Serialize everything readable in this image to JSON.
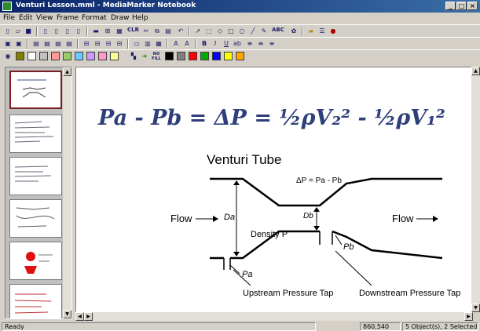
{
  "window": {
    "title": "Venturi Lesson.mml - MediaMarker Notebook"
  },
  "menu": [
    "File",
    "Edit",
    "View",
    "Frame",
    "Format",
    "Draw",
    "Help"
  ],
  "toolbar": {
    "clr_label": "CLR",
    "abc_label": "ABC",
    "no_fill_label": "NO FILL"
  },
  "swatches": {
    "row3": [
      "#808000",
      "#ffffff",
      "#c0c0c0",
      "#ff9999",
      "#99cc66",
      "#66ccff",
      "#cc99ff",
      "#ff99cc",
      "#ffff99"
    ],
    "row3b": [
      "#000000",
      "#808080",
      "#ff0000",
      "#00aa00",
      "#0000ff",
      "#ffff00",
      "#ffa500"
    ]
  },
  "slide": {
    "equation": "Pa - Pb = ΔP = ½ρV₂² - ½ρV₁²",
    "heading": "Venturi Tube",
    "delta_p": "ΔP = Pa - Pb",
    "flow_left": "Flow",
    "flow_right": "Flow",
    "da": "Da",
    "db": "Db",
    "density": "Density P",
    "pa": "Pa",
    "pb": "Pb",
    "upstream": "Upstream Pressure Tap",
    "downstream": "Downstream Pressure Tap"
  },
  "status": {
    "left": "Ready",
    "coords": "860,540",
    "selection": "5 Object(s), 2 Selected"
  }
}
